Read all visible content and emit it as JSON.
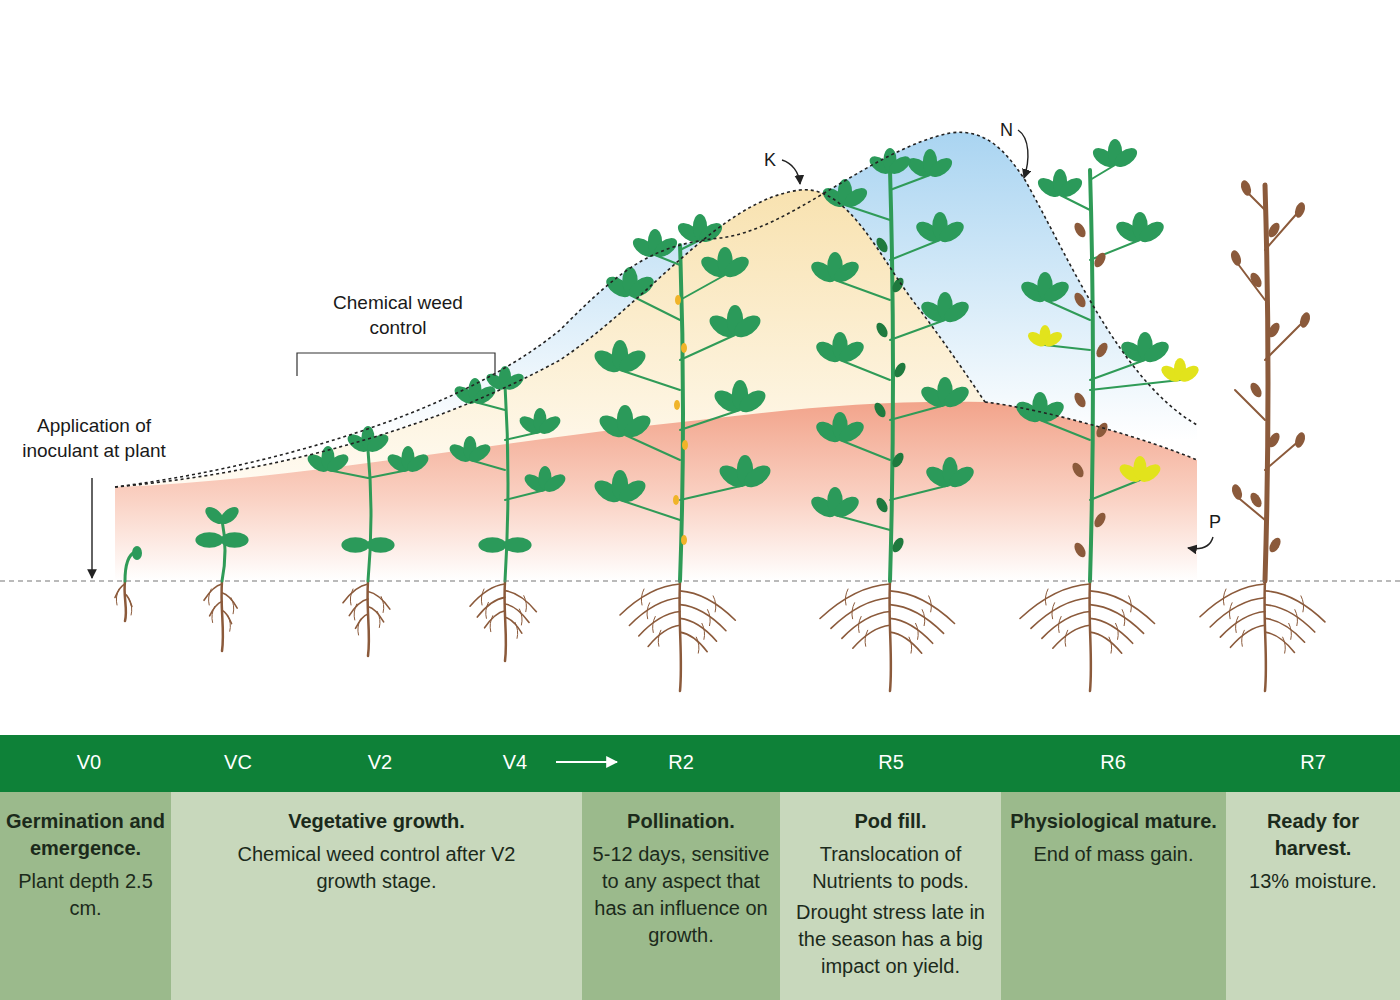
{
  "diagram": {
    "nodes": [
      {
        "text": [
          "Germination and emergence.",
          "Plant depth 2.5 cm."
        ]
      },
      {
        "text": [
          "Vegetative growth.",
          "Chemical weed control after V2 growth stage."
        ]
      },
      {
        "text": [
          "Pollination.",
          "5-12 days, sensitive to any aspect that has an influence on growth."
        ]
      },
      {
        "text": [
          "Pod fill.",
          "Translocation of Nutrients to pods.",
          "Drought stress late in the season has a big impact on yield."
        ]
      },
      {
        "text": [
          "Physiological mature.",
          "End of mass gain."
        ]
      },
      {
        "text": [
          "Ready for harvest.",
          "13% moisture."
        ]
      }
    ],
    "labels": [
      "Chemical weed control",
      "Application of inoculant at plant",
      "K",
      "N",
      "P",
      "V0",
      "VC",
      "V2",
      "V4",
      "R2",
      "R5",
      "R6",
      "R7"
    ]
  }
}
